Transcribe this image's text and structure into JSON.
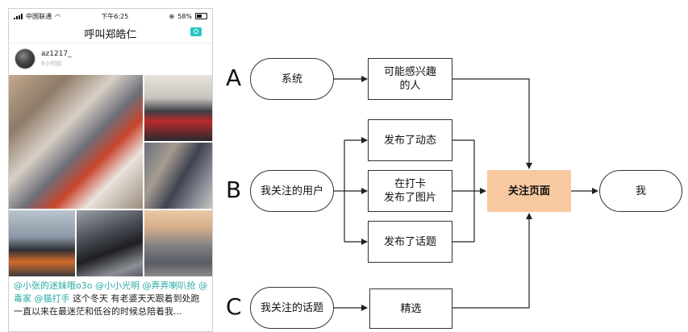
{
  "phone": {
    "status": {
      "carrier": "中国联通",
      "time": "下午6:25",
      "battery": "58%"
    },
    "nav_title": "呼叫郑皓仁",
    "post": {
      "username": "az1217_",
      "time_ago": "6小时前",
      "text_mentions": "@小张的迷妹哦o3o @小小光明 @弄弄喇叭抢 @毒家 @猫打手",
      "text_body": " 这个冬天   有老婆天天跟着到处跑一直以来在最迷茫和低谷的时候总陪着我..."
    }
  },
  "diagram": {
    "rows": [
      {
        "letter": "A",
        "source": "系统",
        "targets": [
          "可能感兴趣\n的人"
        ]
      },
      {
        "letter": "B",
        "source": "我关注的用户",
        "targets": [
          "发布了动态",
          "在打卡\n发布了图片",
          "发布了话题"
        ]
      },
      {
        "letter": "C",
        "source": "我关注的话题",
        "targets": [
          "精选"
        ]
      }
    ],
    "hub": "关注页面",
    "sink": "我",
    "colors": {
      "hub_fill": "#f8c9a0",
      "line": "#222222"
    }
  }
}
